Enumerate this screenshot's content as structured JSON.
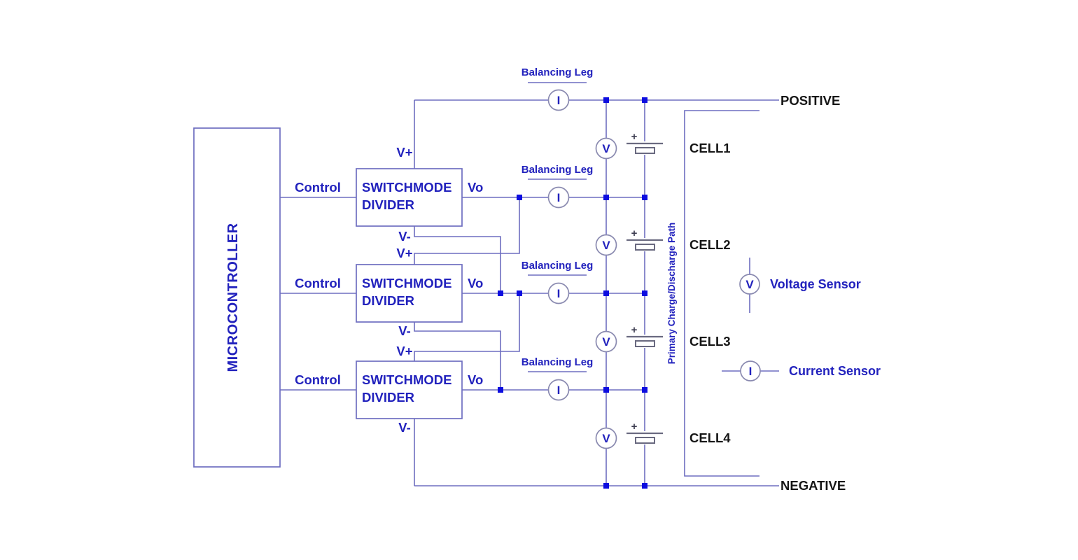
{
  "diagram": {
    "microcontroller_label": "MICROCONTROLLER",
    "positive_label": "POSITIVE",
    "negative_label": "NEGATIVE",
    "primary_path_label": "Primary Charge/Discharge Path",
    "dividers": [
      {
        "control_label": "Control",
        "name_line1": "SWITCHMODE",
        "name_line2": "DIVIDER",
        "v_plus_label": "V+",
        "v_out_label": "Vo",
        "v_minus_label": "V-"
      },
      {
        "control_label": "Control",
        "name_line1": "SWITCHMODE",
        "name_line2": "DIVIDER",
        "v_plus_label": "V+",
        "v_out_label": "Vo",
        "v_minus_label": "V-"
      },
      {
        "control_label": "Control",
        "name_line1": "SWITCHMODE",
        "name_line2": "DIVIDER",
        "v_plus_label": "V+",
        "v_out_label": "Vo",
        "v_minus_label": "V-"
      }
    ],
    "balancing_legs": [
      {
        "label": "Balancing Leg",
        "sensor_symbol": "I"
      },
      {
        "label": "Balancing Leg",
        "sensor_symbol": "I"
      },
      {
        "label": "Balancing Leg",
        "sensor_symbol": "I"
      },
      {
        "label": "Balancing Leg",
        "sensor_symbol": "I"
      }
    ],
    "cells": [
      {
        "label": "CELL1",
        "sensor_symbol": "V",
        "battery_polarity": "+"
      },
      {
        "label": "CELL2",
        "sensor_symbol": "V",
        "battery_polarity": "+"
      },
      {
        "label": "CELL3",
        "sensor_symbol": "V",
        "battery_polarity": "+"
      },
      {
        "label": "CELL4",
        "sensor_symbol": "V",
        "battery_polarity": "+"
      }
    ],
    "legend": {
      "voltage": {
        "symbol": "V",
        "label": "Voltage Sensor"
      },
      "current": {
        "symbol": "I",
        "label": "Current Sensor"
      }
    },
    "colors": {
      "wire": "#6e6ec0",
      "junction": "#0d0de0",
      "text_blue": "#2222bd",
      "text_black": "#161616",
      "battery": "#6a6a80",
      "sensor_outline": "#8a8ab0"
    }
  }
}
